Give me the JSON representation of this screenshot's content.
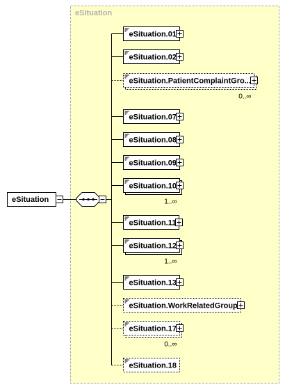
{
  "group": {
    "title": "eSituation"
  },
  "root": {
    "label": "eSituation"
  },
  "elements": [
    {
      "label": "eSituation.01",
      "optional": false,
      "occurs": ""
    },
    {
      "label": "eSituation.02",
      "optional": false,
      "occurs": ""
    },
    {
      "label": "eSituation.PatientComplaintGro...",
      "optional": true,
      "occurs": "0..∞"
    },
    {
      "label": "eSituation.07",
      "optional": false,
      "occurs": ""
    },
    {
      "label": "eSituation.08",
      "optional": false,
      "occurs": ""
    },
    {
      "label": "eSituation.09",
      "optional": false,
      "occurs": ""
    },
    {
      "label": "eSituation.10",
      "optional": false,
      "occurs": "1..∞"
    },
    {
      "label": "eSituation.11",
      "optional": false,
      "occurs": ""
    },
    {
      "label": "eSituation.12",
      "optional": false,
      "occurs": "1..∞"
    },
    {
      "label": "eSituation.13",
      "optional": false,
      "occurs": ""
    },
    {
      "label": "eSituation.WorkRelatedGroup",
      "optional": true,
      "occurs": ""
    },
    {
      "label": "eSituation.17",
      "optional": true,
      "occurs": "0..∞"
    },
    {
      "label": "eSituation.18",
      "optional": true,
      "occurs": ""
    }
  ]
}
